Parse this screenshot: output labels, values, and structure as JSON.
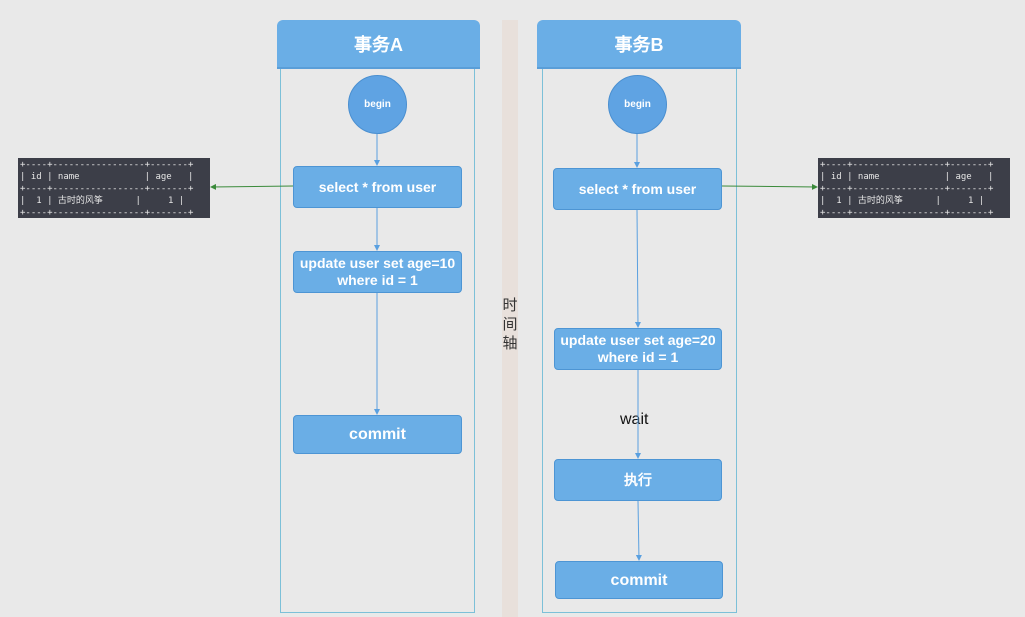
{
  "axis_label": "时间轴",
  "transaction_a": {
    "title": "事务A",
    "begin": "begin",
    "steps": [
      "select * from user",
      "update user set age=10\nwhere id = 1",
      "commit"
    ]
  },
  "transaction_b": {
    "title": "事务B",
    "begin": "begin",
    "steps": [
      "select * from user",
      "update user set age=20\nwhere id = 1",
      "执行",
      "commit"
    ],
    "wait_label": "wait"
  },
  "result_table_left": "+----+-----------------+-------+\n| id | name            | age   |\n+----+-----------------+-------+\n|  1 | 古时的风筝      |     1 |\n+----+-----------------+-------+",
  "result_table_right": "+----+-----------------+-------+\n| id | name            | age   |\n+----+-----------------+-------+\n|  1 | 古时的风筝      |     1 |\n+----+-----------------+-------+",
  "colors": {
    "header": "#6aaee6",
    "box": "#6aaee6",
    "arrow_result": "#3a8a3a",
    "arrow_flow": "#5aa0e0"
  }
}
